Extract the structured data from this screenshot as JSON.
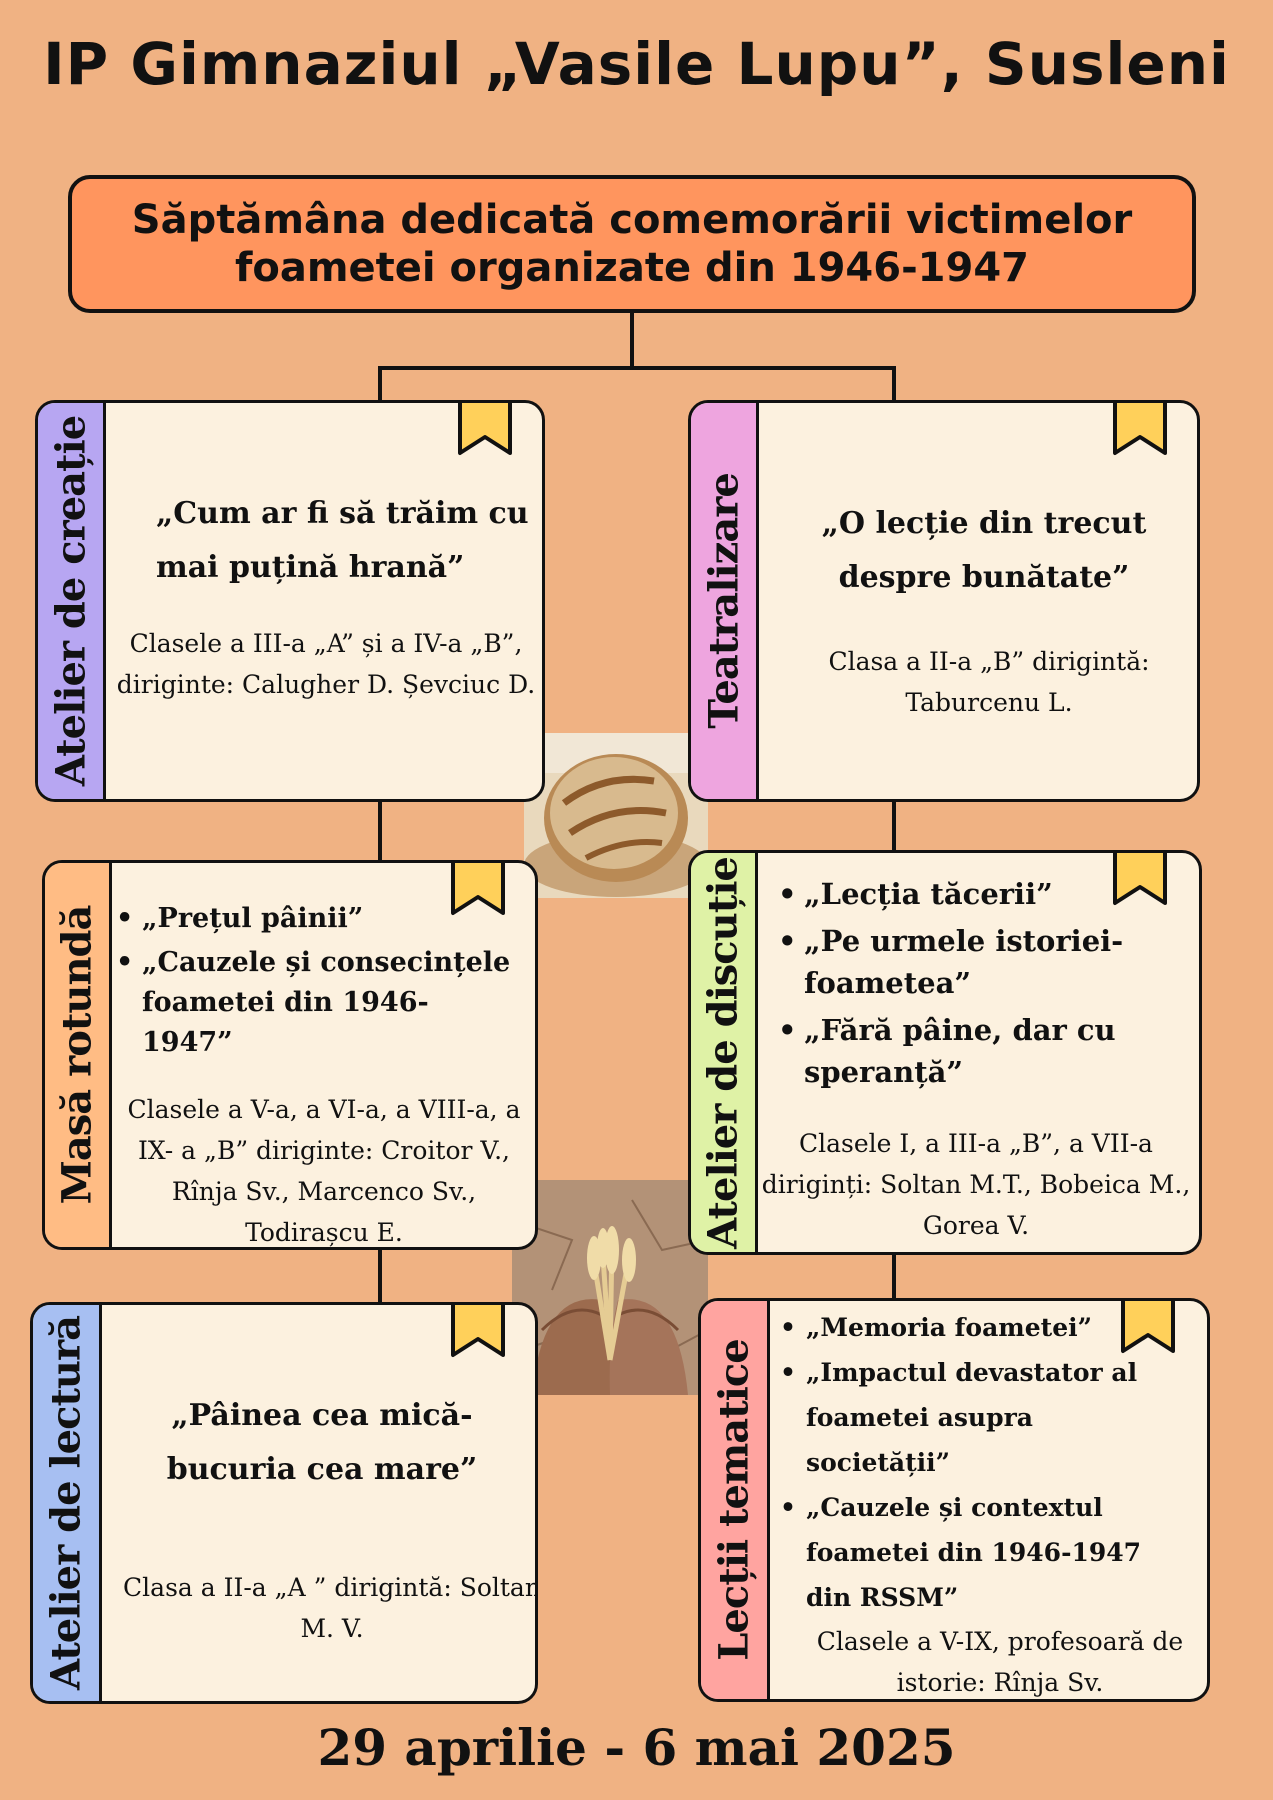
{
  "header": {
    "school": "IP Gimnaziul „Vasile Lupu”, Susleni"
  },
  "main": {
    "title": "Săptămâna dedicată comemorării victimelor foametei organizate din 1946-1947"
  },
  "colors": {
    "background": "#f0b283",
    "main_box": "#ff955e",
    "card": "#fcf1df",
    "bookmark": "#ffd05a",
    "tab_creatie": "#b7a6f2",
    "tab_teatru": "#eea5df",
    "tab_masa": "#ffbc84",
    "tab_discutie": "#dff2a6",
    "tab_lectura": "#a7bff2",
    "tab_lectii": "#ffa4a0"
  },
  "cards": {
    "creatie": {
      "tab": "Atelier de creație",
      "title": "„Cum ar fi să trăim cu mai puțină hrană”",
      "info": "Clasele a III-a „A” și a IV-a „B”, diriginte: Calugher D. Șevciuc D."
    },
    "teatru": {
      "tab": "Teatralizare",
      "title": "„O lecție  din trecut despre bunătate”",
      "info": "Clasa a II-a „B”  dirigintă: Taburcenu L."
    },
    "masa": {
      "tab": "Masă rotundă",
      "items": [
        "„Prețul pâinii”",
        "„Cauzele și consecințele foametei din 1946-1947”"
      ],
      "info": "Clasele a V-a, a VI-a, a VIII-a, a IX- a „B” diriginte: Croitor V.,  Rînja Sv., Marcenco Sv., Todirașcu E."
    },
    "discutie": {
      "tab": "Atelier de discuție",
      "items": [
        "„Lecția tăcerii”",
        "„Pe urmele istoriei-foametea”",
        "„Fără pâine, dar cu speranță”"
      ],
      "info": "Clasele I,  a III-a „B”, a VII-a diriginți: Soltan M.T., Bobeica M., Gorea V."
    },
    "lectura": {
      "tab": "Atelier de lectură",
      "title": "„Pâinea cea mică-bucuria cea mare”",
      "info": "Clasa a II-a „A ” dirigintă: Soltan M. V."
    },
    "lectii": {
      "tab": "Lecții tematice",
      "items": [
        "„Memoria foametei”",
        "„Impactul devastator al foametei asupra societății”",
        "„Cauzele și contextul foametei din 1946-1947 din RSSM”"
      ],
      "info": "Clasele a V-IX, profesoară de istorie: Rînja Sv."
    }
  },
  "images": {
    "photo_top": "bread-loaf-photo",
    "photo_bottom": "hands-wheat-photo"
  },
  "footer": {
    "date": "29 aprilie - 6 mai 2025"
  }
}
